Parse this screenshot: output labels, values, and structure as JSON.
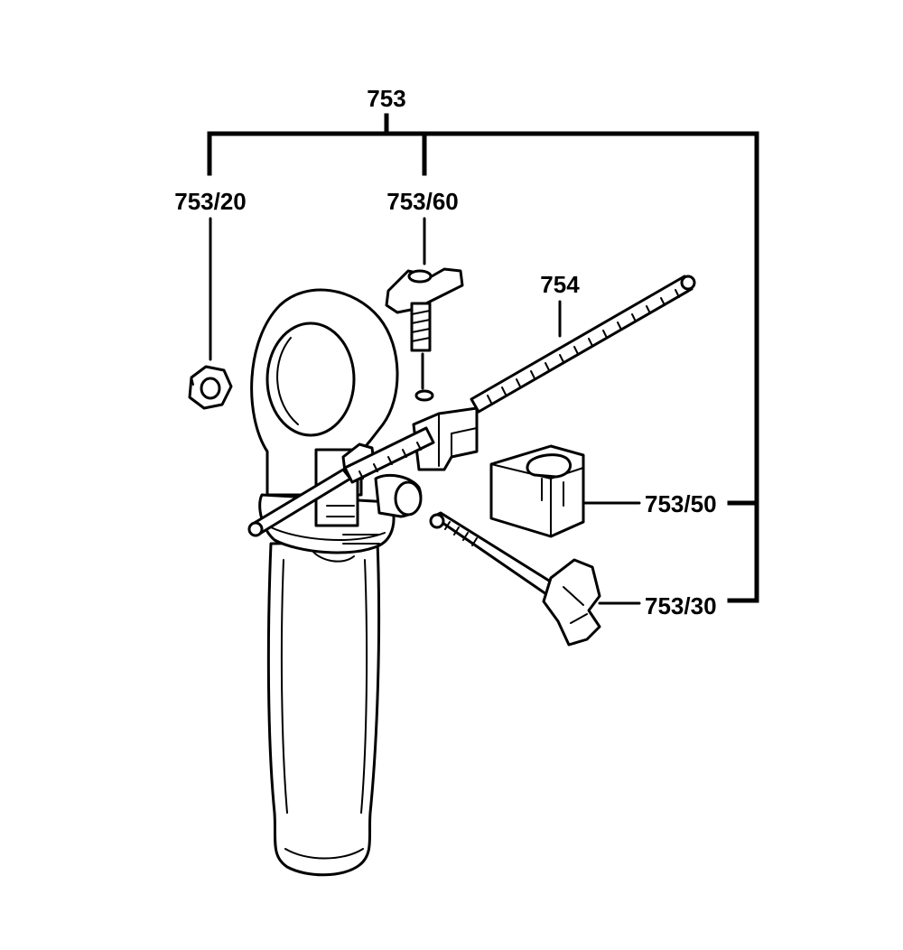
{
  "labels": {
    "assembly": "753",
    "nut": "753/20",
    "wing_screw": "753/60",
    "depth_rod": "754",
    "stop_block": "753/50",
    "clamp_bolt": "753/30"
  },
  "colors": {
    "line": "#000000",
    "background": "#ffffff"
  }
}
